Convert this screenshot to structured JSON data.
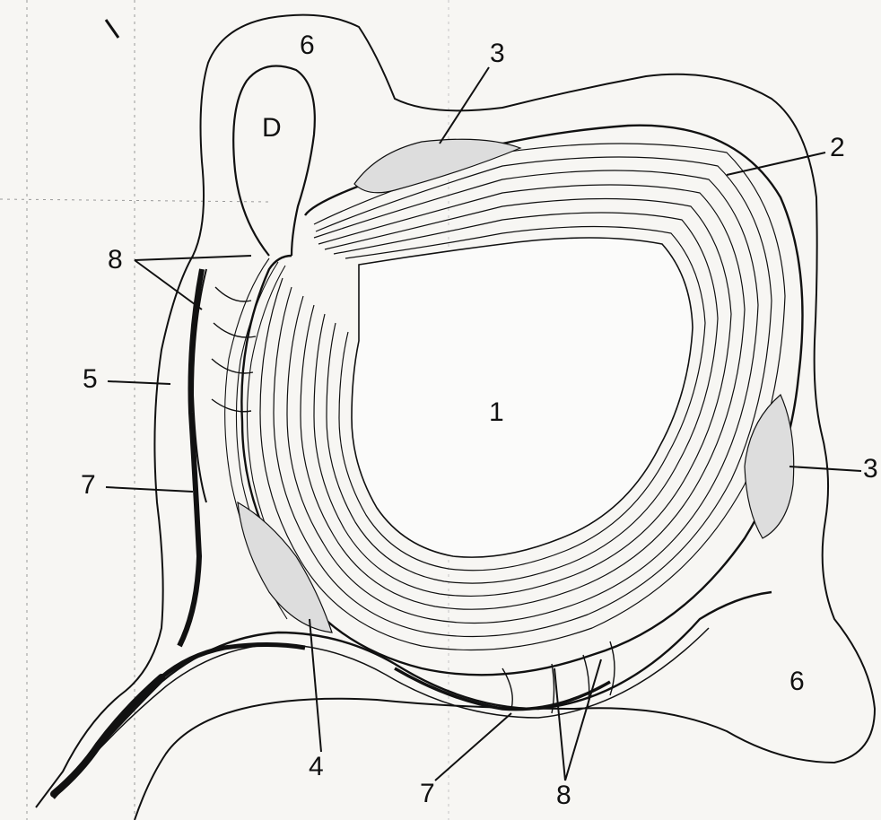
{
  "labels": {
    "region_1": "1",
    "label_2": "2",
    "label_3_top": "3",
    "label_3_right": "3",
    "label_4": "4",
    "label_5": "5",
    "label_6_top": "6",
    "label_6_bottom": "6",
    "label_7_left": "7",
    "label_7_bottom": "7",
    "label_8_left": "8",
    "label_8_bottom": "8",
    "region_D": "D"
  },
  "colors": {
    "ink": "#111111",
    "paper": "#f7f6f3",
    "fill_light": "#ffffff"
  }
}
